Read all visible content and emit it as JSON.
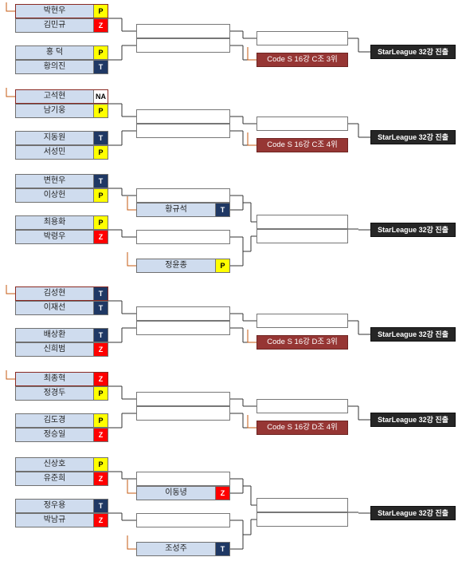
{
  "groups": [
    {
      "r1": [
        {
          "name": "박현우",
          "race": "P",
          "marked": true
        },
        {
          "name": "김민규",
          "race": "Z",
          "marked": false
        },
        {
          "name": "홍 덕",
          "race": "P",
          "marked": false
        },
        {
          "name": "황의진",
          "race": "T",
          "marked": false
        }
      ],
      "winners": [
        "",
        ""
      ],
      "final": "",
      "loser_final": "Code S 16강 C조 3위",
      "advance": "StarLeague 32강 진출"
    },
    {
      "r1": [
        {
          "name": "고석현",
          "race": "NA",
          "marked": true
        },
        {
          "name": "남기웅",
          "race": "P",
          "marked": false
        },
        {
          "name": "지동원",
          "race": "T",
          "marked": false
        },
        {
          "name": "서성민",
          "race": "P",
          "marked": false
        }
      ],
      "winners": [
        "",
        ""
      ],
      "final": "",
      "loser_final": "Code S 16강 C조 4위",
      "advance": "StarLeague 32강 진출"
    },
    {
      "r1": [
        {
          "name": "변현우",
          "race": "T",
          "marked": false
        },
        {
          "name": "이상헌",
          "race": "P",
          "marked": false
        },
        {
          "name": "최용화",
          "race": "P",
          "marked": false
        },
        {
          "name": "박령우",
          "race": "Z",
          "marked": false
        }
      ],
      "seeds": [
        {
          "name": "황규석",
          "race": "T"
        },
        {
          "name": "정윤종",
          "race": "P"
        }
      ],
      "winners": [
        "",
        ""
      ],
      "final": "",
      "advance": "StarLeague 32강 진출"
    },
    {
      "r1": [
        {
          "name": "김성현",
          "race": "T",
          "marked": true
        },
        {
          "name": "이재선",
          "race": "T",
          "marked": false
        },
        {
          "name": "배상환",
          "race": "T",
          "marked": false
        },
        {
          "name": "신희범",
          "race": "Z",
          "marked": false
        }
      ],
      "winners": [
        "",
        ""
      ],
      "final": "",
      "loser_final": "Code S 16강 D조 3위",
      "advance": "StarLeague 32강 진출"
    },
    {
      "r1": [
        {
          "name": "최종혁",
          "race": "Z",
          "marked": true
        },
        {
          "name": "정경두",
          "race": "P",
          "marked": false
        },
        {
          "name": "김도경",
          "race": "P",
          "marked": false
        },
        {
          "name": "정승일",
          "race": "Z",
          "marked": false
        }
      ],
      "winners": [
        "",
        ""
      ],
      "final": "",
      "loser_final": "Code S 16강 D조 4위",
      "advance": "StarLeague 32강 진출"
    },
    {
      "r1": [
        {
          "name": "신상호",
          "race": "P",
          "marked": false
        },
        {
          "name": "유준희",
          "race": "Z",
          "marked": false
        },
        {
          "name": "정우용",
          "race": "T",
          "marked": false
        },
        {
          "name": "박남규",
          "race": "Z",
          "marked": false
        }
      ],
      "seeds": [
        {
          "name": "이동녕",
          "race": "Z"
        },
        {
          "name": "조성주",
          "race": "T"
        }
      ],
      "winners": [
        "",
        ""
      ],
      "final": "",
      "advance": "StarLeague 32강 진출"
    }
  ],
  "colors": {
    "P": "#ffff00",
    "Z": "#ff0000",
    "T": "#1f3864",
    "code_result": "#963634",
    "advance": "#262626",
    "player_fill": "#cfdcee",
    "seed_line": "#c55a11"
  }
}
